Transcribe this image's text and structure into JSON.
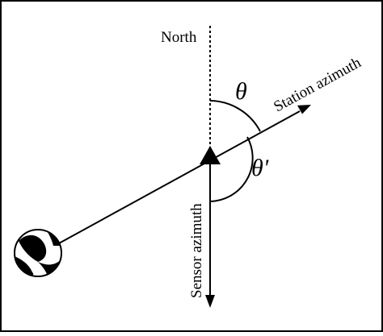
{
  "diagram": {
    "labels": {
      "north": "North",
      "station_azimuth": "Station azimuth",
      "sensor_azimuth": "Sensor azimuth",
      "theta": "θ",
      "theta_prime": "θ'"
    },
    "elements": {
      "station_marker": "filled-triangle",
      "source_symbol": "beachball-focal-mechanism"
    },
    "colors": {
      "ink": "#000000",
      "background": "#ffffff"
    }
  }
}
